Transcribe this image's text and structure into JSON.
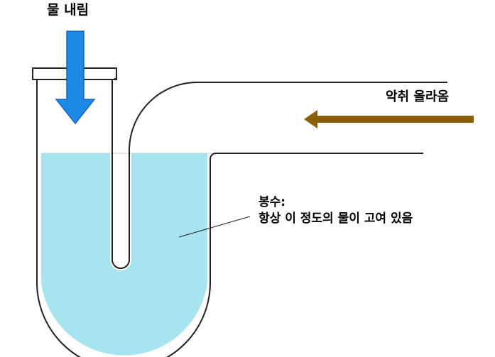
{
  "labels": {
    "flush_down": "물 내림",
    "odor_rises": "악취 올라옴",
    "water_seal_title": "봉수:",
    "water_seal_desc": "항상 이 정도의 물이 고여 있음"
  },
  "colors": {
    "water": "#a8e4f0",
    "pipe_outline": "#222222",
    "flush_arrow": "#1e88e5",
    "flush_arrow_border": "#1565c0",
    "odor_arrow": "#8a5f0a"
  },
  "icons": {
    "flush": "arrow-down-icon",
    "odor": "arrow-left-icon"
  }
}
